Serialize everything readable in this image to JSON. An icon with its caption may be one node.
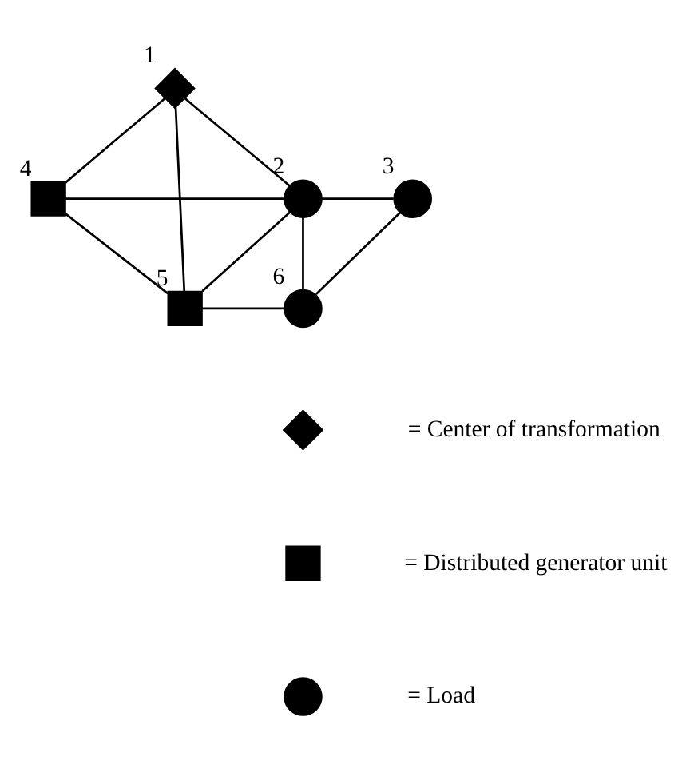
{
  "diagram": {
    "nodes": [
      {
        "text": [],
        "shape": "diamond",
        "beside": [
          "1"
        ]
      },
      {
        "text": [],
        "shape": "circle",
        "beside": [
          "2"
        ]
      },
      {
        "text": [],
        "shape": "circle",
        "beside": [
          "3"
        ]
      },
      {
        "text": [],
        "shape": "box",
        "beside": [
          "4"
        ]
      },
      {
        "text": [],
        "shape": "box",
        "beside": [
          "5"
        ]
      },
      {
        "text": [],
        "shape": "circle",
        "beside": [
          "6"
        ]
      },
      {
        "text": [],
        "shape": "diamond"
      },
      {
        "text": [],
        "shape": "box"
      },
      {
        "text": [],
        "shape": "circle"
      }
    ],
    "edges": [
      {
        "from": 0,
        "to": 1,
        "arrow": "none"
      },
      {
        "from": 0,
        "to": 3,
        "arrow": "none"
      },
      {
        "from": 0,
        "to": 4,
        "arrow": "none"
      },
      {
        "from": 3,
        "to": 1,
        "arrow": "none"
      },
      {
        "from": 3,
        "to": 4,
        "arrow": "none"
      },
      {
        "from": 4,
        "to": 1,
        "arrow": "none"
      },
      {
        "from": 1,
        "to": 2,
        "arrow": "none"
      },
      {
        "from": 1,
        "to": 5,
        "arrow": "none"
      },
      {
        "from": 2,
        "to": 5,
        "arrow": "none"
      },
      {
        "from": 4,
        "to": 5,
        "arrow": "none"
      }
    ],
    "legend": [
      {
        "text": "= Center of transformation"
      },
      {
        "text": "= Distributed generator unit"
      },
      {
        "text": "= Load"
      }
    ]
  }
}
